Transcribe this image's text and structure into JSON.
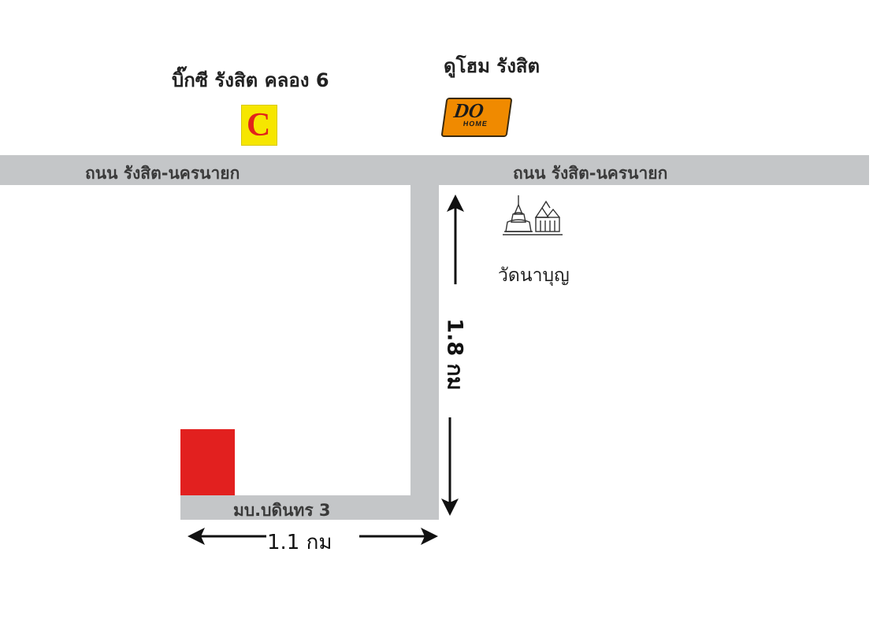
{
  "landmarks": {
    "bigc": {
      "label": "บิ๊กซี รังสิต คลอง 6"
    },
    "dohome": {
      "label": "ดูโฮม รังสิต",
      "logo_text": "DO",
      "logo_sub": "HOME"
    },
    "temple": {
      "label": "วัดนาบุญ"
    }
  },
  "roads": {
    "main_left": "ถนน รังสิต-นครนายก",
    "main_right": "ถนน รังสิต-นครนายก",
    "village": "มบ.บดินทร 3"
  },
  "distances": {
    "vertical": "1.8 กม",
    "horizontal": "1.1 กม"
  },
  "colors": {
    "road": "#c4c6c8",
    "destination": "#e2201f",
    "bigc_bg": "#f6e600",
    "bigc_c": "#e2231a",
    "dohome_bg": "#f08a00"
  },
  "icons": {
    "bigc_logo": "bigc-logo-icon",
    "dohome_logo": "dohome-logo-icon",
    "temple": "temple-icon",
    "arrows": "arrow-icon"
  }
}
